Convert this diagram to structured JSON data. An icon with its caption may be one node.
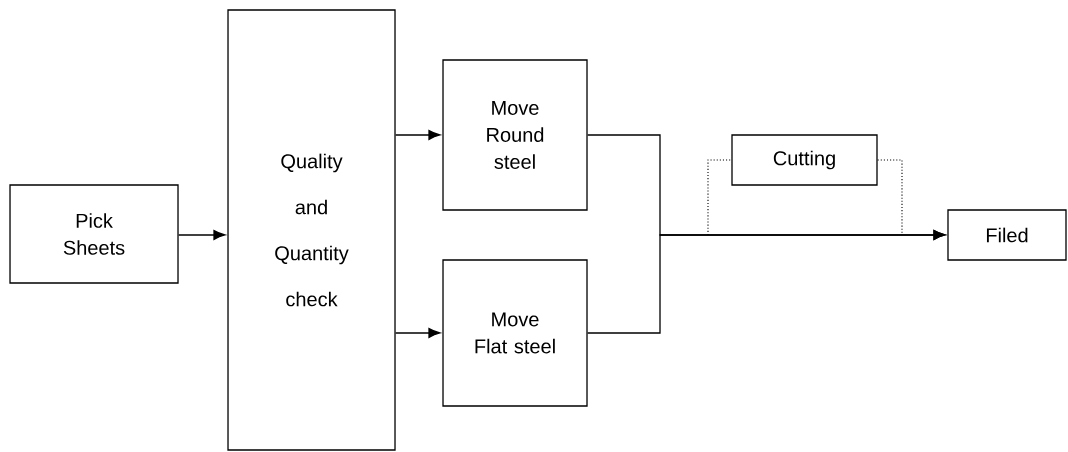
{
  "diagram": {
    "nodes": [
      {
        "text": [
          "Pick Sheets"
        ]
      },
      {
        "text": [
          "Quality and Quantity check"
        ]
      },
      {
        "text": [
          "Move Round steel"
        ]
      },
      {
        "text": [
          "Move Flat steel"
        ]
      },
      {
        "text": [
          "Cutting"
        ]
      },
      {
        "text": [
          "Filed"
        ]
      }
    ],
    "edges": [
      {
        "from": 0,
        "to": 1,
        "arrow": "to"
      },
      {
        "from": 1,
        "to": 2,
        "arrow": "to"
      },
      {
        "from": 1,
        "to": 3,
        "arrow": "to"
      },
      {
        "from": 2,
        "to": 5,
        "arrow": "to"
      },
      {
        "from": 3,
        "to": 5,
        "arrow": "to"
      },
      {
        "from": null,
        "to": 4,
        "arrow": "none",
        "style": "dashed"
      },
      {
        "from": 4,
        "to": null,
        "arrow": "none",
        "style": "dashed"
      }
    ]
  }
}
